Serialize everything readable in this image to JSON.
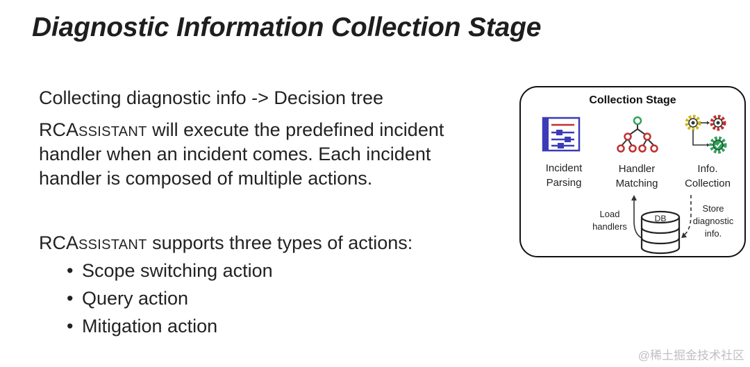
{
  "title": "Diagnostic Information Collection Stage",
  "intro": {
    "line1": "Collecting diagnostic info -> Decision tree",
    "name_rc": "RCA",
    "name_rest": "SSISTANT",
    "line2_rest": " will execute the predefined incident",
    "line3": "handler when an incident comes. Each incident",
    "line4": "handler is composed of multiple actions."
  },
  "actions": {
    "name_rc": "RCA",
    "name_rest": "SSISTANT",
    "heading_rest": " supports three types of actions:",
    "items": [
      "Scope switching action",
      "Query action",
      "Mitigation action"
    ]
  },
  "diagram": {
    "title": "Collection Stage",
    "stages": [
      {
        "line1": "Incident",
        "line2": "Parsing"
      },
      {
        "line1": "Handler",
        "line2": "Matching"
      },
      {
        "line1": "Info.",
        "line2": "Collection"
      }
    ],
    "db_label": "DB",
    "load_label": {
      "line1": "Load",
      "line2": "handlers"
    },
    "store_label": {
      "line1": "Store",
      "line2": "diagnostic",
      "line3": "info."
    },
    "icons": [
      "document-list-icon",
      "decision-tree-icon",
      "gears-flow-icon",
      "database-icon"
    ],
    "colors": {
      "purple": "#3b3bb8",
      "green": "#2ca35a",
      "red": "#c23030",
      "yellow": "#c9b820"
    }
  },
  "watermark": "@稀土掘金技术社区"
}
